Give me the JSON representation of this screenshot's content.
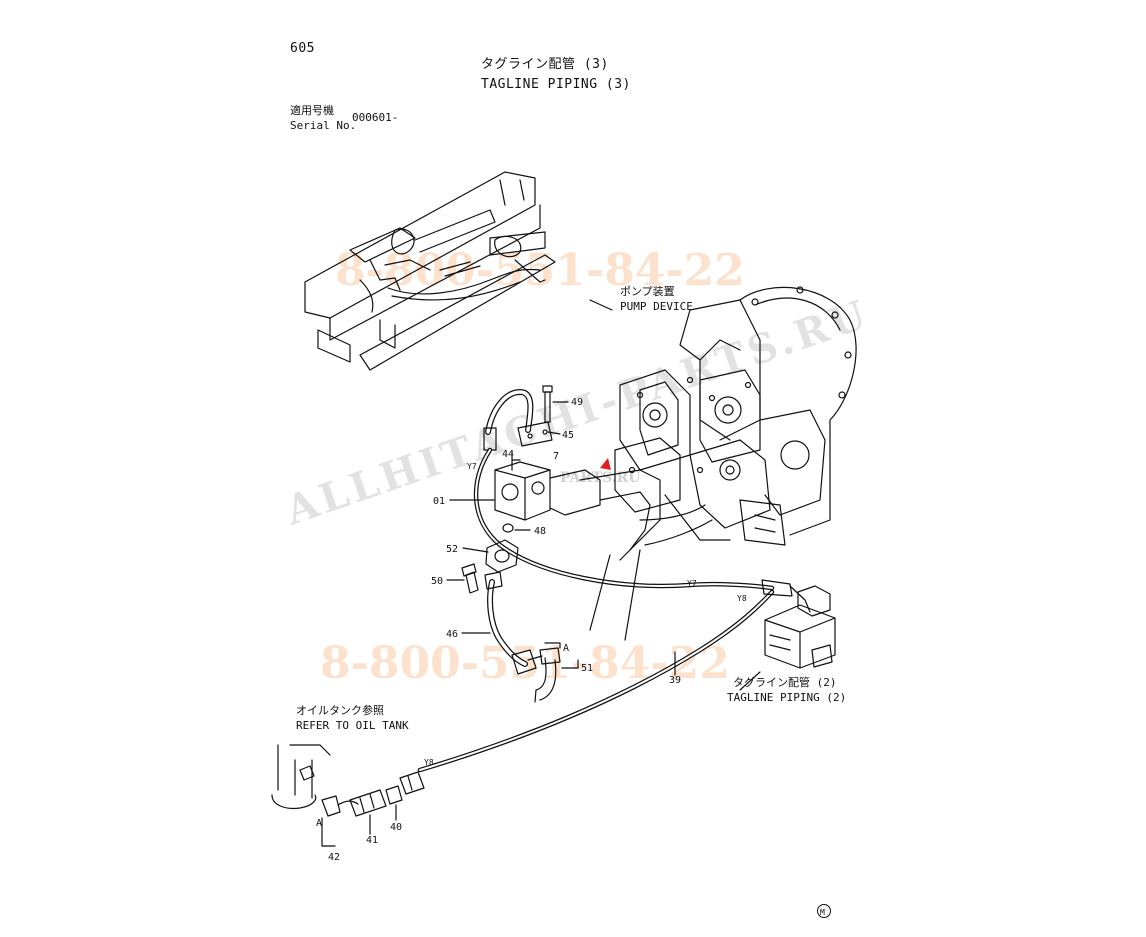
{
  "page": {
    "number": "605",
    "title_jp": "タグライン配管 (3)",
    "title_en": "TAGLINE PIPING (3)",
    "serial_label_jp": "適用号機",
    "serial_label_en": "Serial No.",
    "serial_value": "000601-",
    "mark": "M"
  },
  "annotations": {
    "pump_device_jp": "ポンプ装置",
    "pump_device_en": "PUMP DEVICE",
    "tagline2_jp": "タグライン配管 (2)",
    "tagline2_en": "TAGLINE PIPING (2)",
    "oiltank_jp": "オイルタンク参照",
    "oiltank_en": "REFER TO OIL TANK"
  },
  "parts": {
    "p49": "49",
    "p45": "45",
    "p44": "44",
    "p01": "01",
    "p48": "48",
    "p52": "52",
    "p50": "50",
    "p46": "46",
    "p51": "51",
    "p39": "39",
    "p42": "42",
    "p41": "41",
    "p40": "40"
  },
  "markers": {
    "y7a": "Y7",
    "y7b": "Y7",
    "y8a": "Y8",
    "y8b": "Y8",
    "a1": "A",
    "a2": "A",
    "b": "7"
  },
  "watermarks": {
    "phone1": "8-800-551-84-22",
    "phone2": "8-800-551-84-22",
    "brand": "ALLHITACHI-PARTS.RU",
    "mini": "PARTS.RU"
  },
  "colors": {
    "watermark_phone": "#f5a05a",
    "marker": "#e02020"
  }
}
